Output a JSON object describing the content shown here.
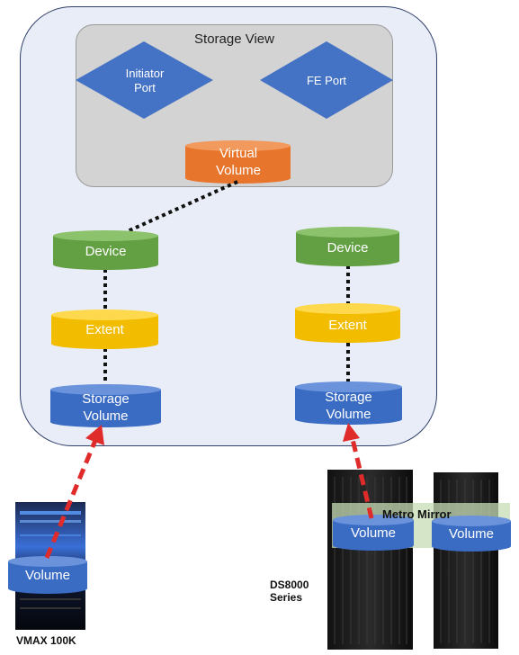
{
  "storage_view": {
    "title": "Storage View"
  },
  "initiator_port": {
    "label": "Initiator Port"
  },
  "fe_port": {
    "label": "FE Port"
  },
  "virtual_volume": {
    "label": "Virtual Volume"
  },
  "left_stack": {
    "device": "Device",
    "extent": "Extent",
    "storage_volume": "Storage Volume"
  },
  "right_stack": {
    "device": "Device",
    "extent": "Extent",
    "storage_volume": "Storage Volume"
  },
  "vmax": {
    "volume": "Volume",
    "name": "VMAX 100K"
  },
  "ds8000": {
    "volume_1": "Volume",
    "volume_2": "Volume",
    "mirror_label": "Metro Mirror",
    "name": "DS8000 Series"
  },
  "colors": {
    "device": "#6aa84f",
    "extent": "#f5c000",
    "storage_volume": "#3a6cc4",
    "virtual_volume": "#ea7b34",
    "port": "#4472c4",
    "arrow": "#e02b2b"
  }
}
